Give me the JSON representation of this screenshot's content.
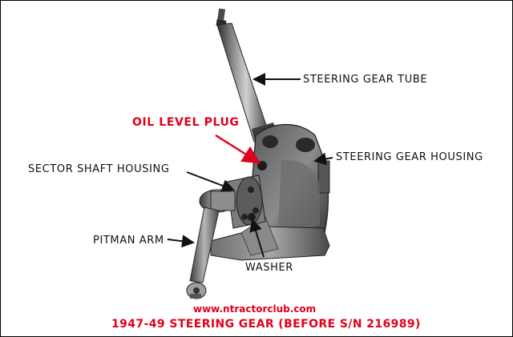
{
  "labels": {
    "steering_gear_tube": "STEERING GEAR TUBE",
    "oil_level_plug": "OIL LEVEL PLUG",
    "steering_gear_housing": "STEERING GEAR HOUSING",
    "sector_shaft_housing": "SECTOR SHAFT HOUSING",
    "pitman_arm": "PITMAN ARM",
    "washer": "WASHER"
  },
  "watermark": "www.ntractorclub.com",
  "caption": "1947-49 STEERING GEAR (BEFORE S/N 216989)",
  "colors": {
    "highlight_red": "#e0001b",
    "ink": "#111111",
    "metal_dark": "#3b3b3b",
    "metal_mid": "#7a7a7a",
    "metal_light": "#bdbdbd"
  }
}
